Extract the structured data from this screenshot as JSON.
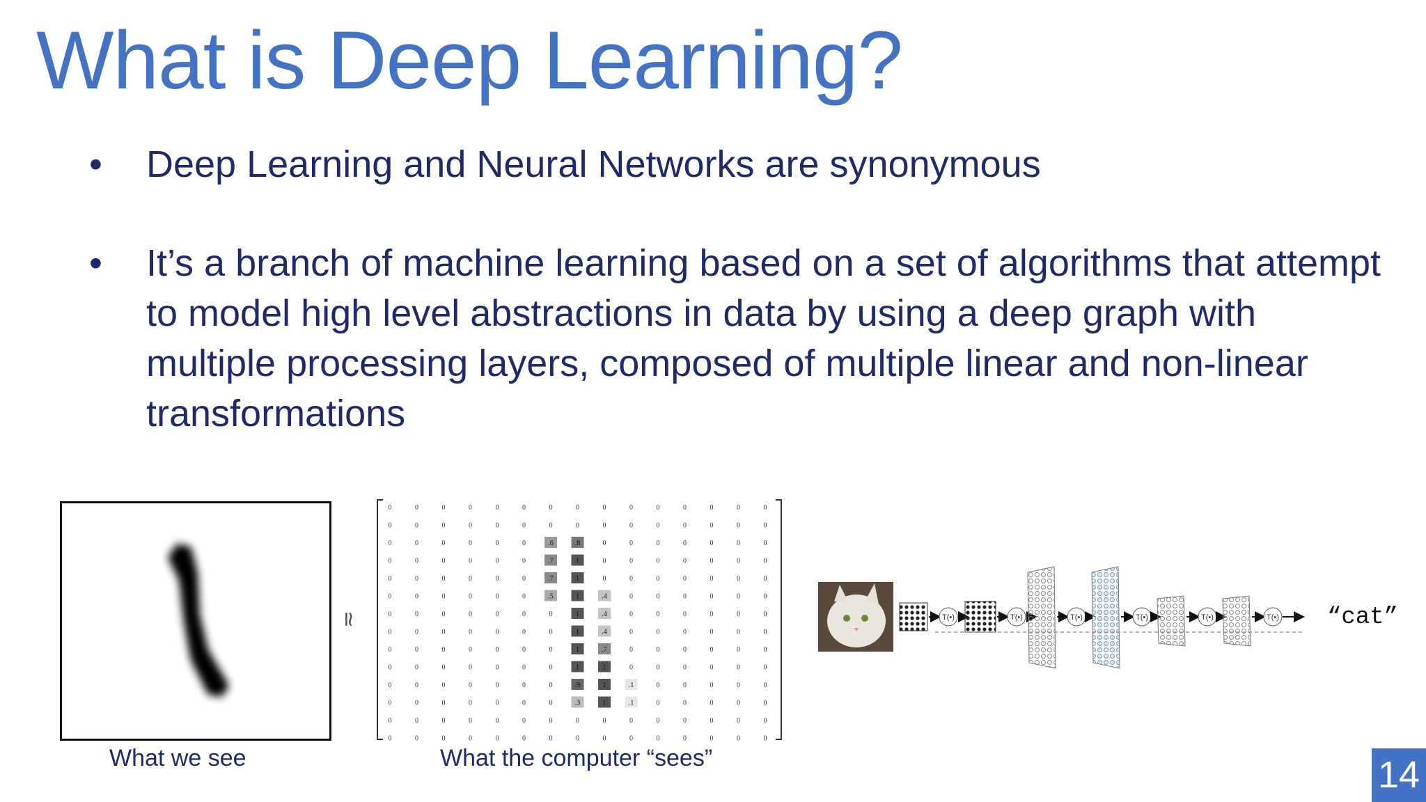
{
  "slide": {
    "title": "What is Deep Learning?",
    "bullets": [
      "Deep Learning and Neural Networks are synonymous",
      "It’s a branch of machine learning based on a set of algorithms that attempt to model high level abstractions in data by using a deep graph with multiple processing layers, composed of multiple linear and non-linear transformations"
    ],
    "approx_symbol": "≃",
    "captions": {
      "left": "What we see",
      "middle": "What the computer “sees”"
    },
    "pipeline": {
      "transform_label": "T(•)",
      "output_label": "“cat”"
    },
    "page_number": "14",
    "colors": {
      "title": "#4472c4",
      "body_text": "#1f2a6b",
      "page_badge": "#4472c4"
    }
  }
}
